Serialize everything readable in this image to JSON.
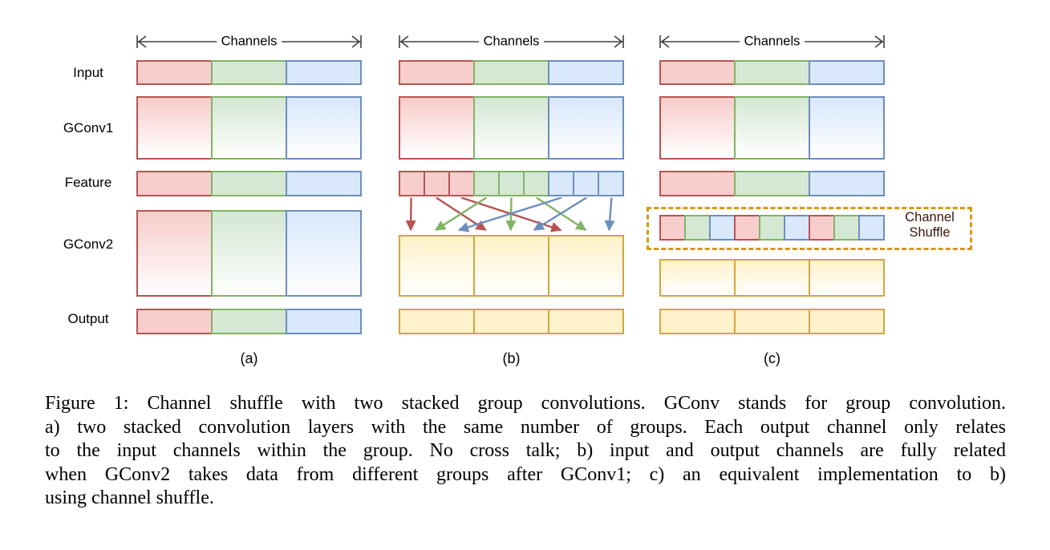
{
  "palette": {
    "red": {
      "fill": "#f8cecc",
      "stroke": "#b85450"
    },
    "green": {
      "fill": "#d5e8d4",
      "stroke": "#82b366"
    },
    "blue": {
      "fill": "#dae8fc",
      "stroke": "#6c8ebf"
    },
    "yellow": {
      "fill": "#fff2cc",
      "stroke": "#d0a640"
    },
    "dashed_box_stroke": "#d79b00",
    "header_line": "#404040",
    "shuffle_label_color": "#3a140d"
  },
  "labels": {
    "rows": [
      "Input",
      "GConv1",
      "Feature",
      "GConv2",
      "Output"
    ],
    "channels": "Channels",
    "columns": [
      "(a)",
      "(b)",
      "(c)"
    ],
    "channel_shuffle": [
      "Channel",
      "Shuffle"
    ]
  },
  "diagram": {
    "a": {
      "input": [
        "red",
        "green",
        "blue"
      ],
      "gconv1": [
        "red",
        "green",
        "blue"
      ],
      "feature": [
        "red",
        "green",
        "blue"
      ],
      "gconv2": [
        "red",
        "green",
        "blue"
      ],
      "output": [
        "red",
        "green",
        "blue"
      ]
    },
    "b": {
      "input": [
        "red",
        "green",
        "blue"
      ],
      "gconv1": [
        "red",
        "green",
        "blue"
      ],
      "feature": [
        "red",
        "red",
        "red",
        "green",
        "green",
        "green",
        "blue",
        "blue",
        "blue"
      ],
      "gconv2": [
        "yellow",
        "yellow",
        "yellow"
      ],
      "output": [
        "yellow",
        "yellow",
        "yellow"
      ],
      "arrows": [
        {
          "src": 0,
          "group": 0
        },
        {
          "src": 1,
          "group": 1
        },
        {
          "src": 2,
          "group": 2
        },
        {
          "src": 3,
          "group": 0
        },
        {
          "src": 4,
          "group": 1
        },
        {
          "src": 5,
          "group": 2
        },
        {
          "src": 6,
          "group": 0
        },
        {
          "src": 7,
          "group": 1
        },
        {
          "src": 8,
          "group": 2
        }
      ]
    },
    "c": {
      "input": [
        "red",
        "green",
        "blue"
      ],
      "gconv1": [
        "red",
        "green",
        "blue"
      ],
      "feature": [
        "red",
        "green",
        "blue"
      ],
      "shuffle": [
        "red",
        "green",
        "blue",
        "red",
        "green",
        "blue",
        "red",
        "green",
        "blue"
      ],
      "gconv2": [
        "yellow",
        "yellow",
        "yellow"
      ],
      "output": [
        "yellow",
        "yellow",
        "yellow"
      ]
    }
  },
  "caption": {
    "lines": [
      "Figure 1: Channel shuffle with two stacked group convolutions. GConv stands for group convolution.",
      "a) two stacked convolution layers with the same number of groups. Each output channel only relates",
      "to the input channels within the group. No cross talk; b) input and output channels are fully related",
      "when GConv2 takes data from different groups after GConv1; c) an equivalent implementation to b)",
      "using channel shuffle."
    ]
  }
}
